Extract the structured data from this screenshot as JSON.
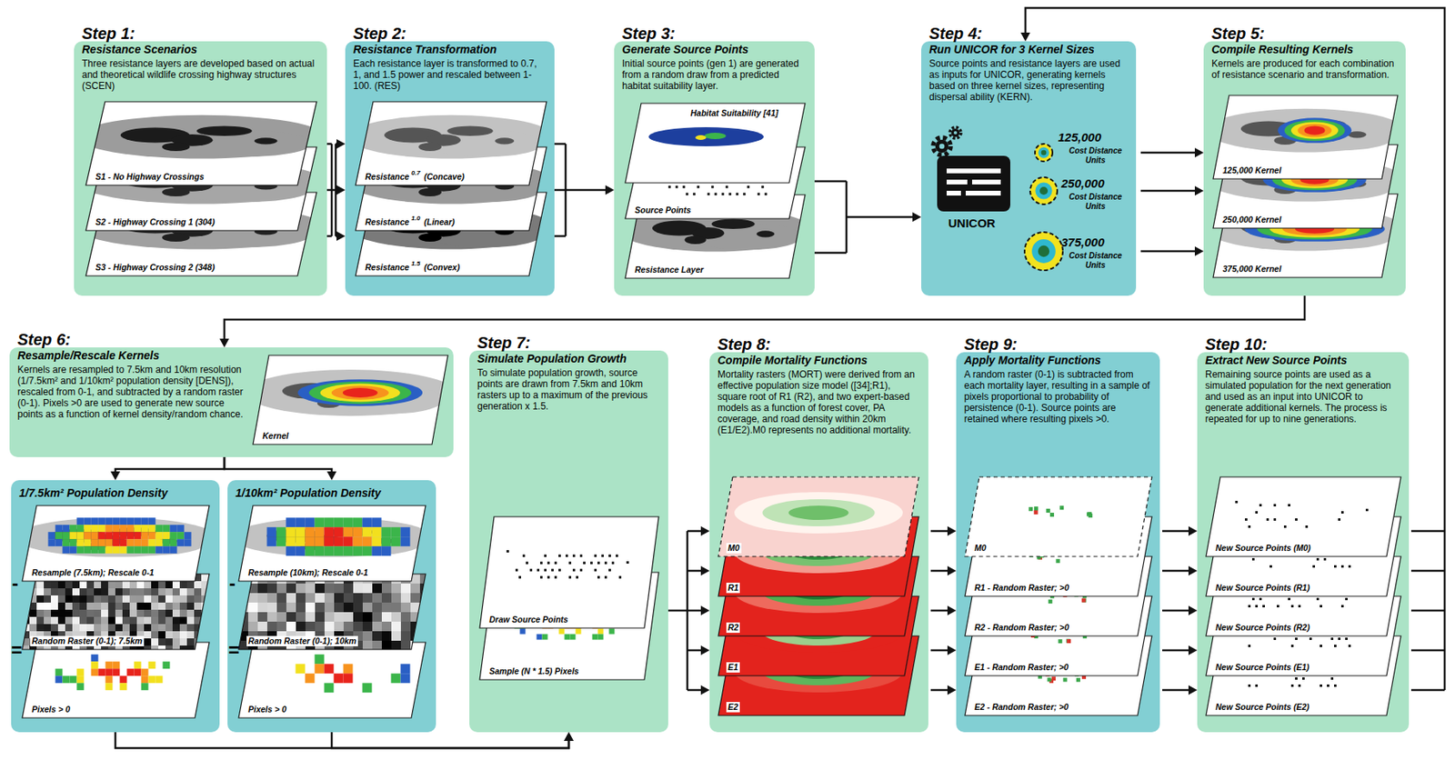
{
  "diagram": {
    "nodes": [
      {
        "text": [
          "Step 1:",
          "Resistance Scenarios",
          "Three resistance layers are developed based on actual and theoretical wildlife crossing highway structures (SCEN)"
        ]
      },
      {
        "text": [
          "Step 2:",
          "Resistance Transformation",
          "Each resistance layer is transformed to 0.7, 1, and 1.5 power and rescaled between 1-100. (RES)"
        ]
      },
      {
        "text": [
          "Step 3:",
          "Generate Source Points",
          "Initial source points (gen 1) are generated from a random draw from a predicted habitat suitability layer."
        ]
      },
      {
        "text": [
          "Step 4:",
          "Run UNICOR for 3 Kernel Sizes",
          "Source points and resistance layers are used as inputs for UNICOR, generating kernels based on three kernel sizes, representing dispersal ability (KERN)."
        ]
      },
      {
        "text": [
          "Step 5:",
          "Compile Resulting Kernels",
          "Kernels are produced for each combination of resistance scenario and transformation."
        ]
      },
      {
        "text": [
          "Step 6:",
          "Resample/Rescale Kernels",
          "Kernels are resampled to 7.5km and 10km resolution (1/7.5km² and 1/10km² population density [DENS]), rescaled from 0-1, and subtracted by a random raster (0-1). Pixels >0 are used to generate new source points as a function of kernel density/random chance."
        ]
      },
      {
        "text": [
          "1/7.5km² Population Density"
        ]
      },
      {
        "text": [
          "1/10km² Population Density"
        ]
      },
      {
        "text": [
          "Step 7:",
          "Simulate Population Growth",
          "To simulate population growth, source points are drawn from 7.5km and 10km rasters up to a maximum of the previous generation x 1.5."
        ]
      },
      {
        "text": [
          "Step 8:",
          "Compile Mortality Functions",
          "Mortality rasters (MORT) were derived from an effective population size model ([34];R1), square root of R1 (R2), and two expert-based models as a function of forest cover, PA coverage, and road density within 20km (E1/E2).M0 represents no additional mortality."
        ]
      },
      {
        "text": [
          "Step 9:",
          "Apply Mortality Functions",
          "A random raster (0-1) is subtracted from each mortality layer, resulting in a sample of pixels proportional to probability of persistence (0-1). Source points are retained where resulting pixels >0."
        ]
      },
      {
        "text": [
          "Step 10:",
          "Extract New Source Points",
          "Remaining source points are used as a simulated population for the next generation and used as an input into UNICOR to generate additional kernels. The process is repeated for up to nine generations."
        ]
      }
    ],
    "edges": [
      {
        "from": 0,
        "to": 1,
        "arrow": "to"
      },
      {
        "from": 1,
        "to": 2,
        "arrow": "to"
      },
      {
        "from": 2,
        "to": 3,
        "arrow": "to"
      },
      {
        "from": 3,
        "to": 4,
        "arrow": "to"
      },
      {
        "from": 4,
        "to": 5,
        "arrow": "to"
      },
      {
        "from": 5,
        "to": 6,
        "arrow": "to"
      },
      {
        "from": 5,
        "to": 7,
        "arrow": "to"
      },
      {
        "from": 6,
        "to": 8,
        "arrow": "to"
      },
      {
        "from": 7,
        "to": 8,
        "arrow": "to"
      },
      {
        "from": 8,
        "to": 9,
        "arrow": "to"
      },
      {
        "from": 9,
        "to": 10,
        "arrow": "to"
      },
      {
        "from": 10,
        "to": 11,
        "arrow": "to"
      },
      {
        "from": 11,
        "to": 3,
        "arrow": "to"
      }
    ],
    "labels": [
      "S1 - No Highway Crossings",
      "S2 - Highway Crossing 1 (304)",
      "S3 - Highway Crossing 2 (348)",
      "Resistance",
      "0.7",
      "(Concave)",
      "Resistance",
      "1.0",
      "(Linear)",
      "Resistance",
      "1.5",
      "(Convex)",
      "Habitat Suitability [41]",
      "Source Points",
      "Resistance Layer",
      "UNICOR",
      "125,000",
      "Cost Distance Units",
      "250,000",
      "Cost Distance Units",
      "375,000",
      "Cost Distance Units",
      "125,000 Kernel",
      "250,000 Kernel",
      "375,000 Kernel",
      "Kernel",
      "Resample (7.5km); Rescale 0-1",
      "-",
      "Random Raster (0-1); 7.5km",
      "=",
      "Pixels > 0",
      "Resample (10km); Rescale 0-1",
      "-",
      "Random Raster (0-1); 10km",
      "=",
      "Pixels > 0",
      "Draw Source Points",
      "Sample (N * 1.5) Pixels",
      "M0",
      "R1",
      "R2",
      "E1",
      "E2",
      "M0",
      "R1 - Random Raster; >0",
      "R2 - Random Raster; >0",
      "E1 - Random Raster; >0",
      "E2 - Random Raster; >0",
      "New Source Points (M0)",
      "New Source Points (R1)",
      "New Source Points (R2)",
      "New Source Points (E1)",
      "New Source Points (E2)"
    ]
  }
}
